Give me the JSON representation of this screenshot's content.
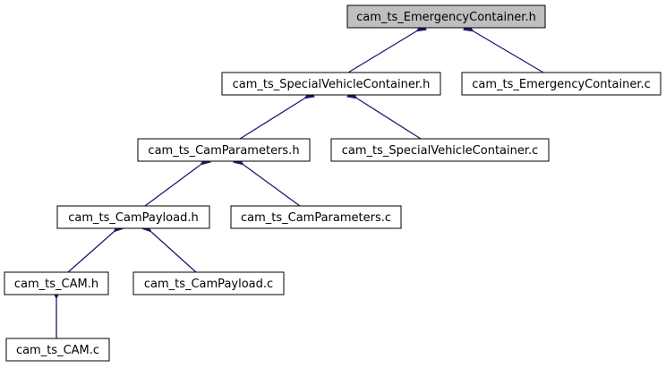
{
  "colors": {
    "root_fill": "#bfbfbf",
    "node_fill": "#ffffff",
    "border": "#000000",
    "edge": "#191970"
  },
  "nodes": {
    "n_emerg_h": "cam_ts_EmergencyContainer.h",
    "n_special_h": "cam_ts_SpecialVehicleContainer.h",
    "n_emerg_c": "cam_ts_EmergencyContainer.c",
    "n_params_h": "cam_ts_CamParameters.h",
    "n_special_c": "cam_ts_SpecialVehicleContainer.c",
    "n_payload_h": "cam_ts_CamPayload.h",
    "n_params_c": "cam_ts_CamParameters.c",
    "n_cam_h": "cam_ts_CAM.h",
    "n_payload_c": "cam_ts_CamPayload.c",
    "n_cam_c": "cam_ts_CAM.c"
  },
  "edges": [
    {
      "from": "n_special_h",
      "to": "n_emerg_h"
    },
    {
      "from": "n_emerg_c",
      "to": "n_emerg_h"
    },
    {
      "from": "n_params_h",
      "to": "n_special_h"
    },
    {
      "from": "n_special_c",
      "to": "n_special_h"
    },
    {
      "from": "n_payload_h",
      "to": "n_params_h"
    },
    {
      "from": "n_params_c",
      "to": "n_params_h"
    },
    {
      "from": "n_cam_h",
      "to": "n_payload_h"
    },
    {
      "from": "n_payload_c",
      "to": "n_payload_h"
    },
    {
      "from": "n_cam_c",
      "to": "n_cam_h"
    }
  ]
}
